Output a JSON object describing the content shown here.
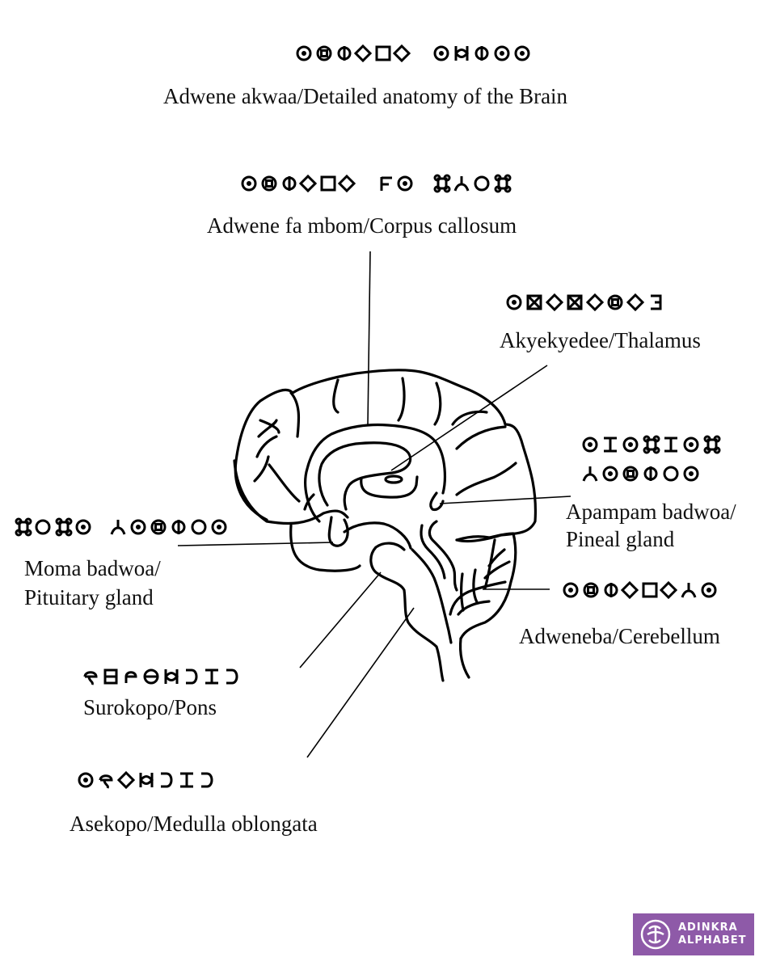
{
  "title": {
    "adinkra_glyphs": [
      "circle-dot",
      "circle-square",
      "circle-bar",
      "diamond",
      "square",
      "diamond",
      "space",
      "circle-dot",
      "bowtie-h",
      "circle-bar",
      "circle-dot",
      "circle-dot"
    ],
    "text": "Adwene akwaa/Detailed anatomy of the Brain"
  },
  "labels": {
    "corpus_callosum": {
      "adinkra_glyphs": [
        "circle-dot",
        "circle-square",
        "circle-bar",
        "diamond",
        "square",
        "diamond",
        "space",
        "f-shape",
        "circle-dot",
        "space",
        "loop-cross",
        "y-inverted",
        "circle",
        "loop-cross"
      ],
      "text": "Adwene fa mbom/Corpus callosum"
    },
    "thalamus": {
      "adinkra_glyphs": [
        "circle-dot",
        "square-x",
        "diamond",
        "square-x",
        "diamond",
        "circle-square",
        "diamond",
        "epsilon"
      ],
      "text": "Akyekyedee/Thalamus"
    },
    "pineal_gland": {
      "adinkra_glyphs_line1": [
        "circle-dot",
        "i-beam",
        "circle-dot",
        "loop-cross",
        "i-beam",
        "circle-dot",
        "loop-cross"
      ],
      "adinkra_glyphs_line2": [
        "y-inverted",
        "circle-dot",
        "circle-square",
        "circle-bar",
        "circle",
        "circle-dot"
      ],
      "text_line1": "Apampam badwoa/",
      "text_line2": "Pineal gland"
    },
    "pituitary_gland": {
      "adinkra_glyphs": [
        "loop-cross",
        "circle",
        "loop-cross",
        "circle-dot",
        "space",
        "y-inverted",
        "circle-dot",
        "circle-square",
        "circle-bar",
        "circle",
        "circle-dot"
      ],
      "text_line1": "Moma badwoa/",
      "text_line2": "Pituitary gland"
    },
    "cerebellum": {
      "adinkra_glyphs": [
        "circle-dot",
        "circle-square",
        "circle-bar",
        "diamond",
        "square",
        "diamond",
        "y-inverted",
        "circle-dot"
      ],
      "text": "Adweneba/Cerebellum"
    },
    "pons": {
      "adinkra_glyphs": [
        "hook-s",
        "b-box",
        "p-hook",
        "circle-bowtie",
        "bowtie-h",
        "c-reverse",
        "i-beam",
        "c-reverse"
      ],
      "text": "Surokopo/Pons"
    },
    "medulla_oblongata": {
      "adinkra_glyphs": [
        "circle-dot",
        "hook-s",
        "diamond",
        "bowtie-h",
        "c-reverse",
        "i-beam",
        "c-reverse"
      ],
      "text": "Asekopo/Medulla oblongata"
    }
  },
  "logo": {
    "line1": "ADINKRA",
    "line2": "ALPHABET",
    "background_color": "#8e5aa8",
    "text_color": "#ffffff"
  }
}
